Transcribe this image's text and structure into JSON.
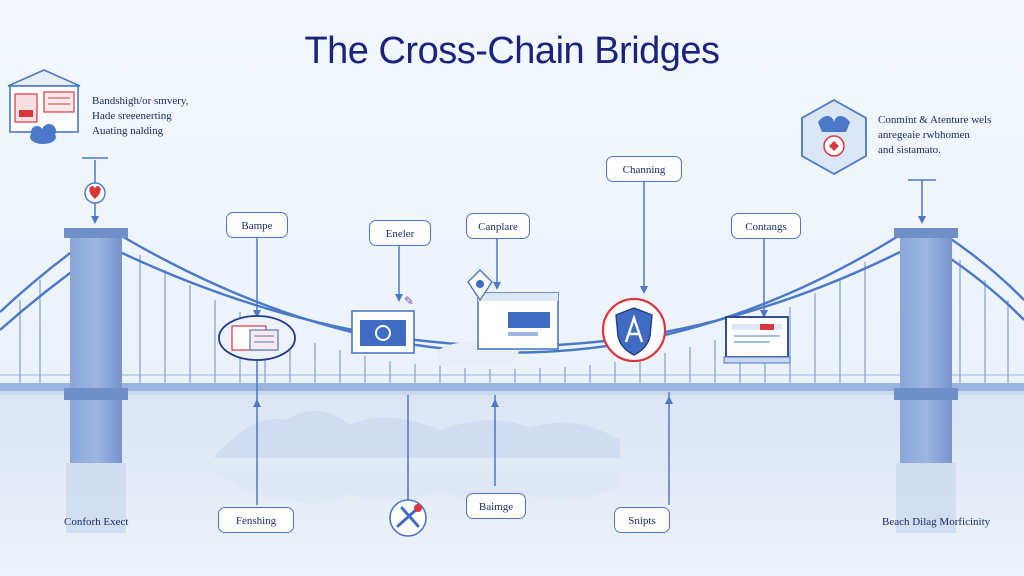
{
  "title": "The Cross-Chain Bridges",
  "top_left_note": [
    "Bandshigh/or smvery,",
    "Hade sreeenerting",
    "Auating nalding"
  ],
  "top_right_note": [
    "Conmint & Atenture wels",
    "anregeaie rwbhomen",
    "and sistamato."
  ],
  "labels": {
    "box1": "Bampe",
    "box2": "Eneler",
    "box3": "Canplare",
    "box4": "Channing",
    "box5": "Contangs",
    "bottom1": "Fenshing",
    "bottom2": "Baimge",
    "bottom3": "Snipts"
  },
  "footer_left": "Conforh Exect",
  "footer_right": "Beach Dilag Morficinity",
  "colors": {
    "title": "#1a237e",
    "line": "#4b78c8",
    "tower": "#7f9fd4",
    "accent": "#d9363e"
  }
}
